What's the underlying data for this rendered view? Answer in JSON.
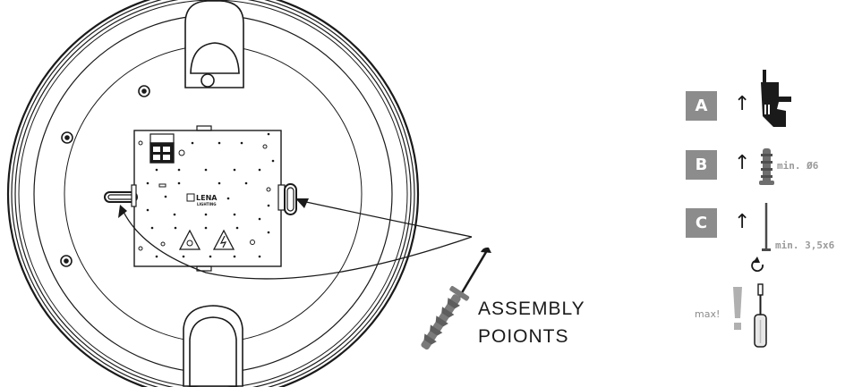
{
  "assembly": {
    "line1": "ASSEMBLY",
    "line2": "POIONTS"
  },
  "logo": {
    "brand": "LENA",
    "sub": "LIGHTING"
  },
  "steps": [
    {
      "letter": "A",
      "arrow": "↑",
      "spec": "",
      "icon": "drill-icon"
    },
    {
      "letter": "B",
      "arrow": "↑",
      "spec": "min. Ø6",
      "icon": "wall-plug-icon"
    },
    {
      "letter": "C",
      "arrow": "↑",
      "spec": "min. 3,5x6",
      "icon": "screw-icon"
    }
  ],
  "torque": {
    "label": "max!",
    "icon": "screwdriver-icon"
  },
  "colors": {
    "badge": "#8c8c8c",
    "line": "#1a1a1a",
    "spec": "#9a9a9a"
  }
}
